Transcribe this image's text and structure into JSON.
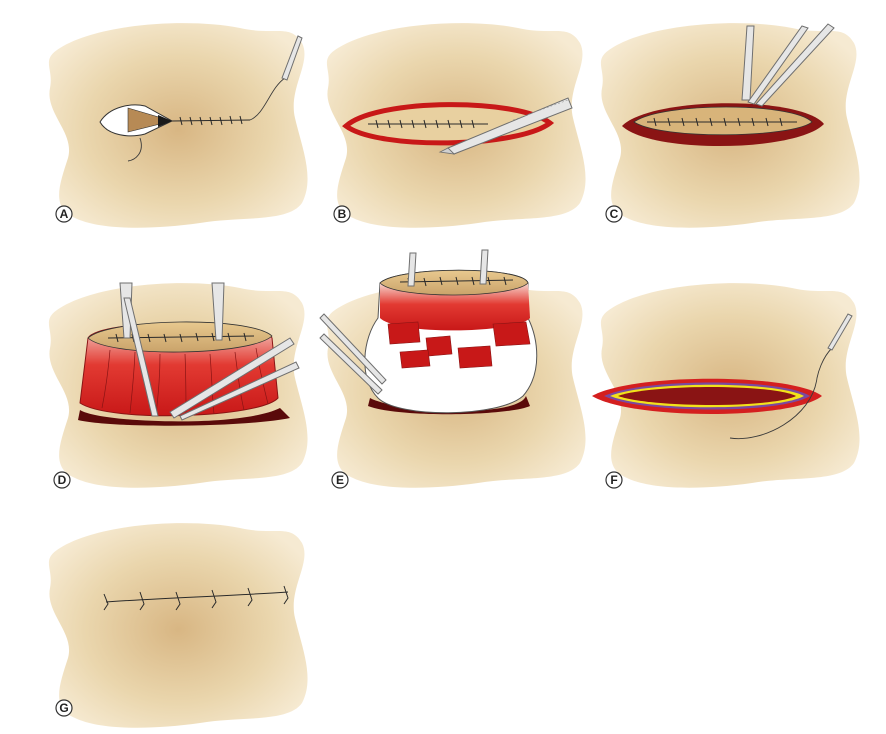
{
  "panels": [
    {
      "id": "A",
      "label": "A"
    },
    {
      "id": "B",
      "label": "B"
    },
    {
      "id": "C",
      "label": "C"
    },
    {
      "id": "D",
      "label": "D"
    },
    {
      "id": "E",
      "label": "E"
    },
    {
      "id": "F",
      "label": "F"
    },
    {
      "id": "G",
      "label": "G"
    }
  ],
  "colors": {
    "skin_light": "#f3e6cc",
    "skin_dark": "#d6b27e",
    "tissue_red": "#d41f1f",
    "tissue_dark_red": "#8a1414",
    "cyst_wall": "#ffffff",
    "instrument": "#e6e6e6",
    "suture": "#2a2a2a",
    "yellow_layer": "#f2e21a",
    "purple_layer": "#7a4aa0"
  }
}
